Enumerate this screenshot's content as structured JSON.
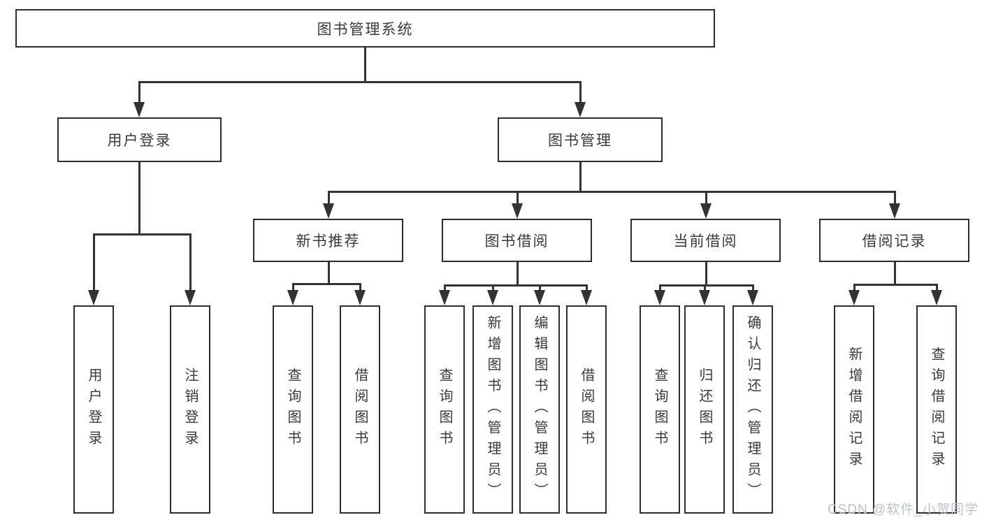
{
  "nodes": {
    "root": {
      "label": "图书管理系统"
    },
    "level2": [
      {
        "label": "用户登录"
      },
      {
        "label": "图书管理"
      }
    ],
    "level3": [
      {
        "label": "新书推荐",
        "parent": "图书管理"
      },
      {
        "label": "图书借阅",
        "parent": "图书管理"
      },
      {
        "label": "当前借阅",
        "parent": "图书管理"
      },
      {
        "label": "借阅记录",
        "parent": "图书管理"
      }
    ],
    "leaves": [
      {
        "label": "用户登录",
        "parent": "用户登录"
      },
      {
        "label": "注销登录",
        "parent": "用户登录"
      },
      {
        "label": "查询图书",
        "parent": "新书推荐"
      },
      {
        "label": "借阅图书",
        "parent": "新书推荐"
      },
      {
        "label": "查询图书",
        "parent": "图书借阅"
      },
      {
        "label": "新增图书（管理员）",
        "parent": "图书借阅"
      },
      {
        "label": "编辑图书（管理员）",
        "parent": "图书借阅"
      },
      {
        "label": "借阅图书",
        "parent": "图书借阅"
      },
      {
        "label": "查询图书",
        "parent": "当前借阅"
      },
      {
        "label": "归还图书",
        "parent": "当前借阅"
      },
      {
        "label": "确认归还（管理员）",
        "parent": "当前借阅"
      },
      {
        "label": "新增借阅记录",
        "parent": "借阅记录"
      },
      {
        "label": "查询借阅记录",
        "parent": "借阅记录"
      }
    ]
  },
  "watermark": {
    "text": "CSDN @软件_小贺同学"
  },
  "colors": {
    "line": "#333333",
    "box_border": "#2d2d2d",
    "text": "#3a3a3a",
    "watermark": "#bfc2c5",
    "background": "#ffffff"
  }
}
